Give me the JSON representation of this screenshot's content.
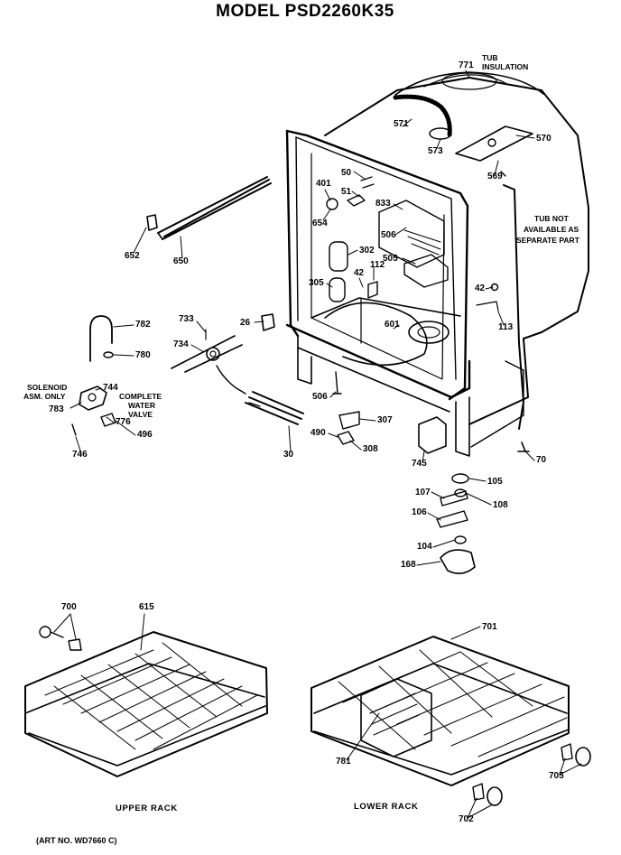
{
  "title": "MODEL PSD2260K35",
  "art_number": "(ART NO. WD7660 C)",
  "rack_captions": {
    "upper": "UPPER RACK",
    "lower": "LOWER RACK"
  },
  "notes": {
    "tub_insulation": [
      "TUB",
      "INSULATION"
    ],
    "tub_not_available": [
      "TUB NOT",
      "AVAILABLE AS",
      "SEPARATE PART"
    ],
    "solenoid": [
      "SOLENOID",
      "ASM. ONLY"
    ],
    "water_valve": [
      "COMPLETE",
      "WATER",
      "VALVE"
    ]
  },
  "part_numbers": [
    "771",
    "571",
    "573",
    "570",
    "569",
    "50",
    "51",
    "401",
    "833",
    "654",
    "302",
    "506",
    "505",
    "42",
    "112",
    "305",
    "601",
    "26",
    "42",
    "113",
    "652",
    "650",
    "733",
    "782",
    "780",
    "734",
    "744",
    "783",
    "776",
    "496",
    "746",
    "506",
    "307",
    "490",
    "308",
    "30",
    "745",
    "70",
    "105",
    "107",
    "108",
    "106",
    "104",
    "168",
    "700",
    "615",
    "701",
    "781",
    "705",
    "702"
  ]
}
